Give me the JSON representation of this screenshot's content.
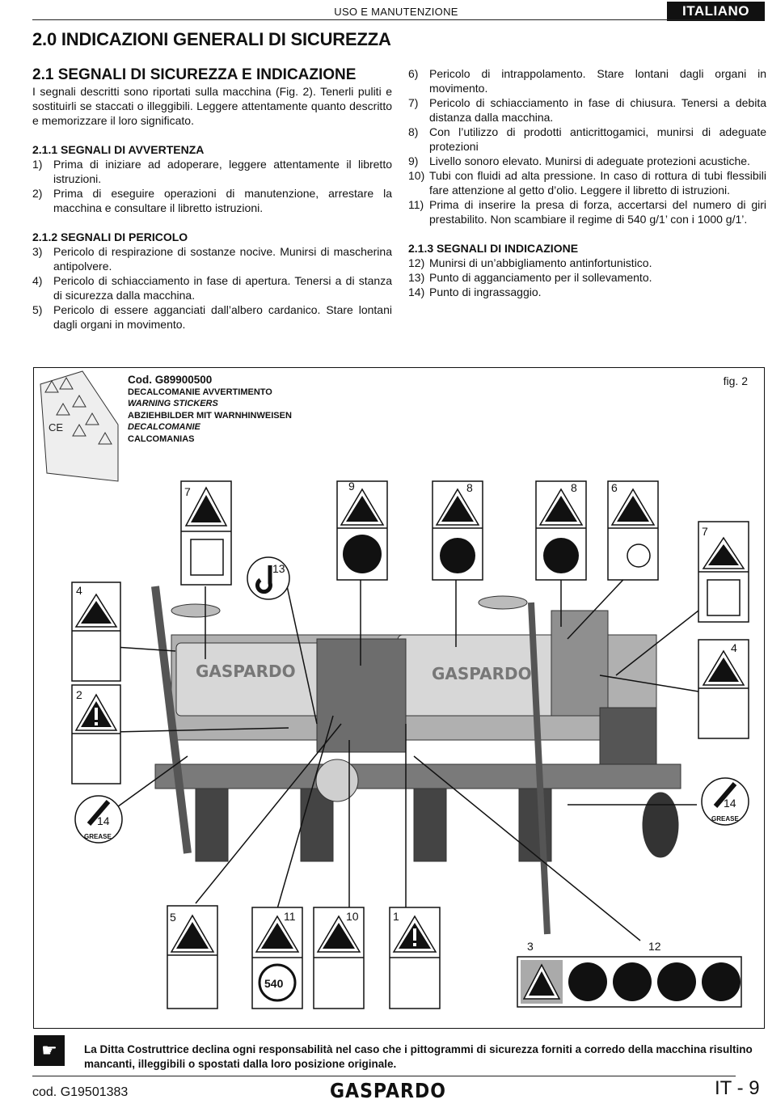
{
  "header": {
    "section": "USO E MANUTENZIONE",
    "language": "ITALIANO"
  },
  "title": "2.0 INDICAZIONI GENERALI DI SICUREZZA",
  "section_2_1": {
    "heading": "2.1 SEGNALI DI SICUREZZA E INDICAZIONE",
    "intro": "I segnali descritti sono riportati sulla macchina (Fig. 2). Tenerli puliti e sostituirli se staccati o illeggibili. Leggere attentamente quanto descritto e memorizzare il loro significato."
  },
  "warning_signs": {
    "heading": "2.1.1 SEGNALI DI AVVERTENZA",
    "items": [
      {
        "num": "1)",
        "text": "Prima di iniziare ad adoperare, leggere attentamente il libretto istruzioni."
      },
      {
        "num": "2)",
        "text": "Prima di eseguire operazioni di manutenzione, arrestare la macchina e consultare il libretto istruzioni."
      }
    ]
  },
  "danger_signs": {
    "heading": "2.1.2 SEGNALI DI PERICOLO",
    "items": [
      {
        "num": "3)",
        "text": "Pericolo di respirazione di sostanze nocive. Munirsi di mascherina antipolvere."
      },
      {
        "num": "4)",
        "text": "Pericolo di schiacciamento in fase di apertura. Tenersi a di stanza di sicurezza dalla macchina."
      },
      {
        "num": "5)",
        "text": "Pericolo di essere agganciati dall’albero cardanico. Stare lontani dagli organi in movimento."
      },
      {
        "num": "6)",
        "text": "Pericolo di intrappolamento. Stare lontani dagli organi in movimento."
      },
      {
        "num": "7)",
        "text": "Pericolo di schiacciamento in fase di chiusura. Tenersi a debita distanza dalla macchina."
      },
      {
        "num": "8)",
        "text": "Con l’utilizzo di prodotti anticrittogamici, munirsi di adeguate protezioni"
      },
      {
        "num": "9)",
        "text": "Livello sonoro elevato. Munirsi di adeguate protezioni acustiche."
      },
      {
        "num": "10)",
        "text": "Tubi con fluidi ad alta pressione. In caso di rottura di tubi flessibili fare attenzione al getto d’olio. Leggere il libretto di istruzioni."
      },
      {
        "num": "11)",
        "text": "Prima di inserire la presa di forza, accertarsi del numero di giri prestabilito. Non scambiare il regime di 540 g/1’ con i 1000 g/1’."
      }
    ]
  },
  "indication_signs": {
    "heading": "2.1.3 SEGNALI DI INDICAZIONE",
    "items": [
      {
        "num": "12)",
        "text": "Munirsi di un’abbigliamento antinfortunistico."
      },
      {
        "num": "13)",
        "text": "Punto di agganciamento per il sollevamento."
      },
      {
        "num": "14)",
        "text": "Punto di ingrassaggio."
      }
    ]
  },
  "figure": {
    "label": "fig. 2",
    "code_title": "Cod. G89900500",
    "lines": [
      "DECALCOMANIE AVVERTIMENTO",
      "WARNING STICKERS",
      "ABZIEHBILDER MIT WARNHINWEISEN",
      "DECALCOMANIE",
      "CALCOMANIAS"
    ],
    "ce_mark": "CE",
    "sticker_numbers": [
      "7",
      "9",
      "8",
      "8",
      "6",
      "7",
      "4",
      "2",
      "4",
      "5",
      "11",
      "10",
      "1",
      "3",
      "12"
    ],
    "hook_number": "13",
    "grease_number": "14",
    "grease_label": "GREASE",
    "pto_speed": "540",
    "brand_on_machine": "GASPARDO"
  },
  "disclaimer": "La Ditta Costruttrice declina ogni responsabilità nel caso che i pittogrammi di sicurezza forniti a corredo della macchina risultino mancanti, illeggibili o spostati dalla loro posizione originale.",
  "footer": {
    "code": "cod.  G19501383",
    "logo": "GASPARDO",
    "page": "IT - 9"
  }
}
